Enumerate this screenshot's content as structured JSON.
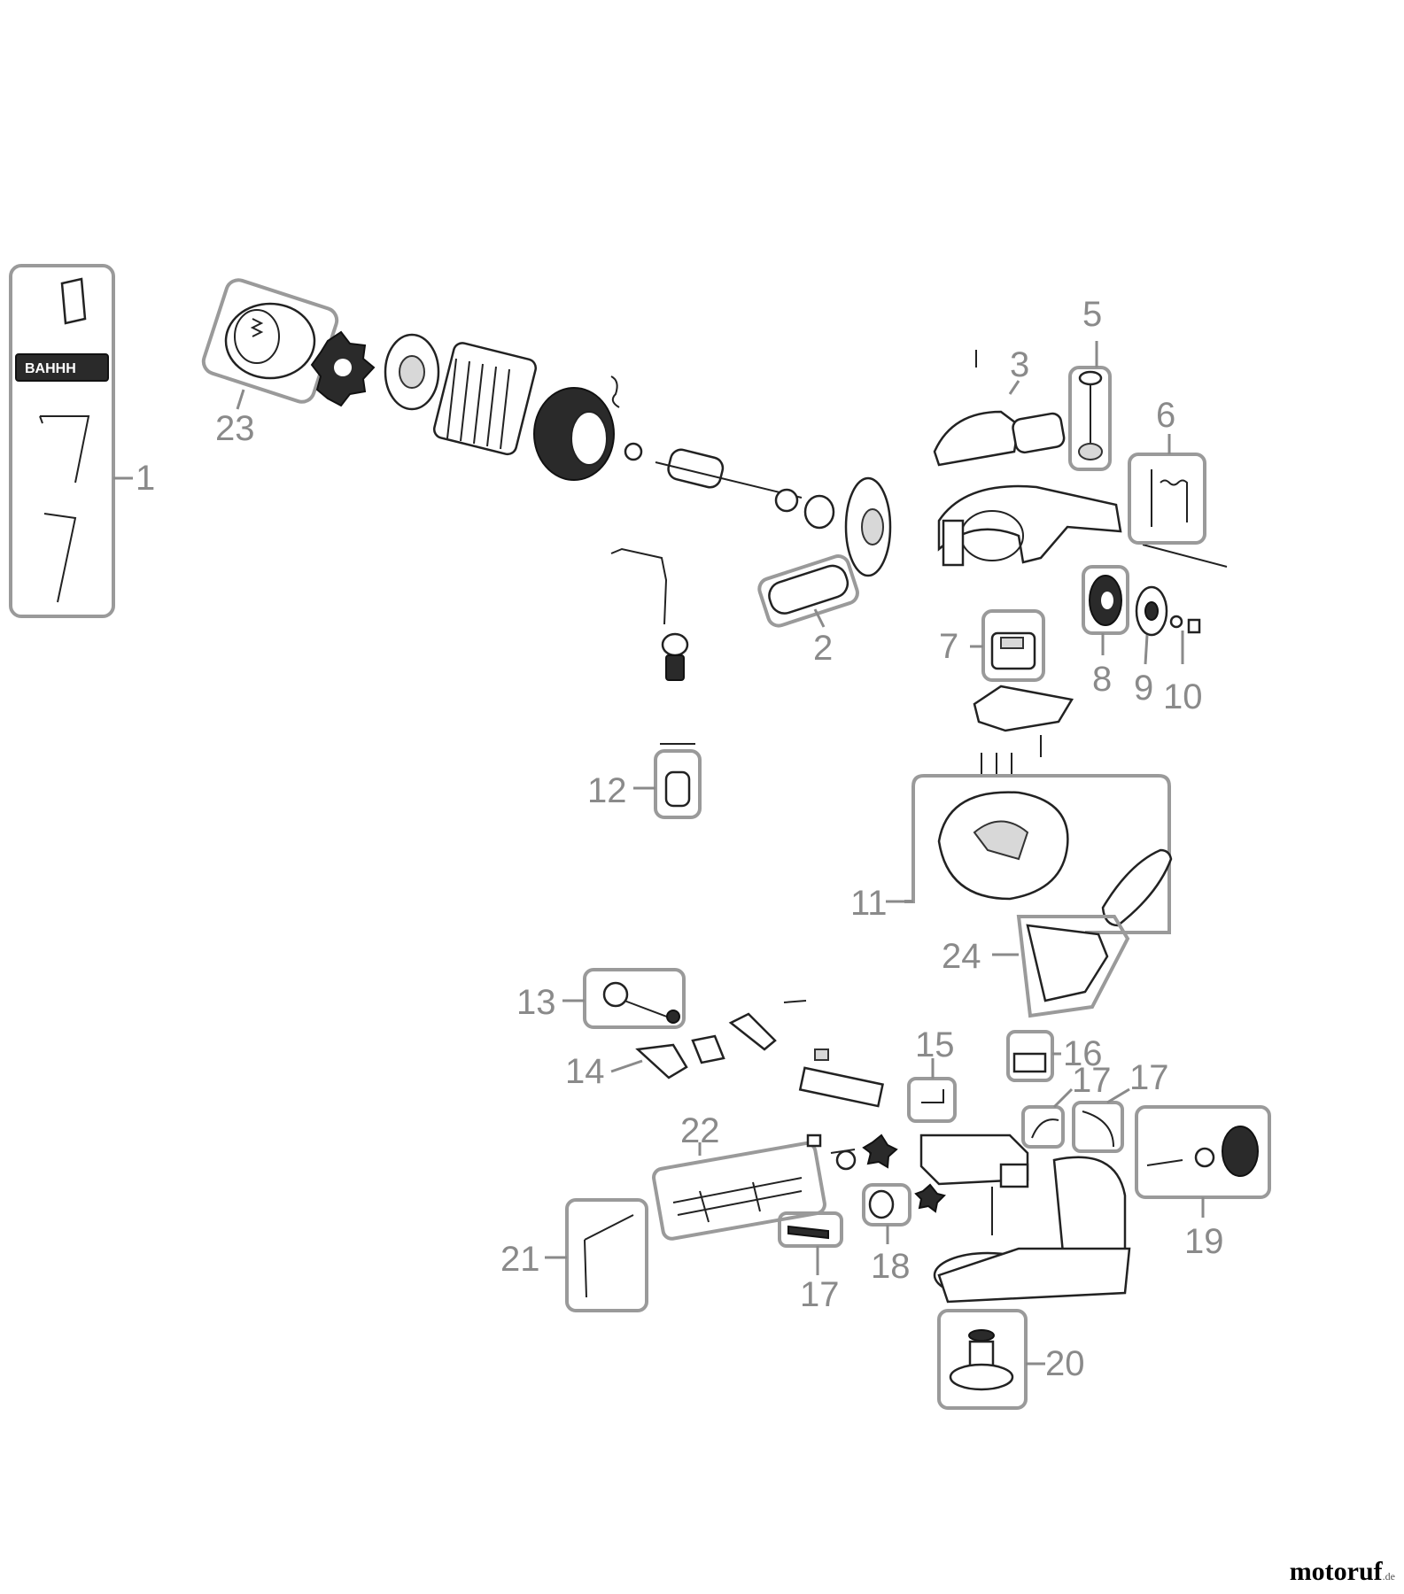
{
  "callouts": {
    "c1": "1",
    "c2": "2",
    "c3": "3",
    "c5": "5",
    "c6": "6",
    "c7": "7",
    "c8": "8",
    "c9": "9",
    "c10": "10",
    "c11": "11",
    "c12": "12",
    "c13": "13",
    "c14": "14",
    "c15": "15",
    "c16": "16",
    "c17a": "17",
    "c17b": "17",
    "c17c": "17",
    "c18": "18",
    "c19": "19",
    "c20": "20",
    "c21": "21",
    "c22": "22",
    "c23": "23",
    "c24": "24"
  },
  "watermark": {
    "brand": "motoruf",
    "tld": ".de"
  }
}
